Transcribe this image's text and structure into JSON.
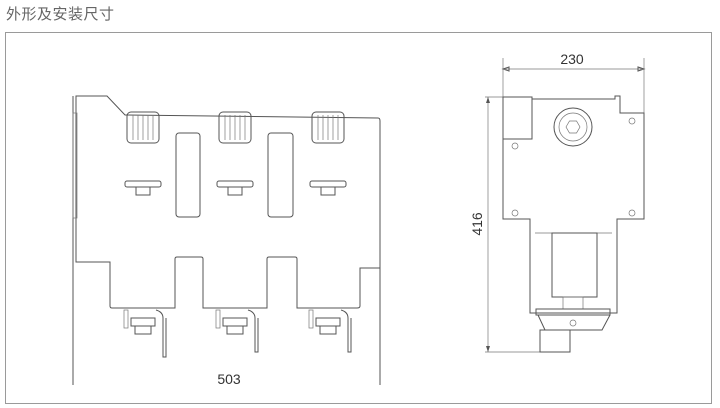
{
  "section_title": "外形及安装尺寸",
  "front_view": {
    "width_dimension": "503"
  },
  "side_view": {
    "width_dimension": "230",
    "height_dimension": "416"
  },
  "colors": {
    "line": "#555555",
    "frame": "#9a9a9a",
    "title": "#666666"
  }
}
